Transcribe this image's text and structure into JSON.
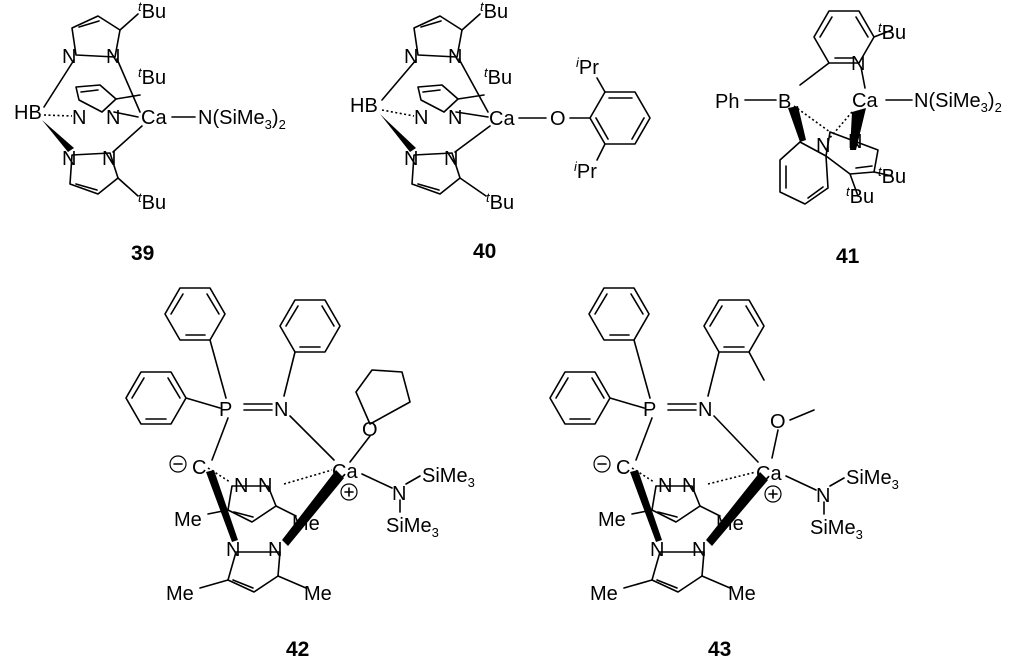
{
  "compounds": [
    {
      "number": "39",
      "labels": {
        "hb": "HB",
        "ca": "Ca",
        "amide": "N(SiMe",
        "amide_sub": "3",
        "amide_close": ")",
        "amide_close_sub": "2",
        "n": "N",
        "tbu_sup": "t",
        "tbu": "Bu"
      }
    },
    {
      "number": "40",
      "labels": {
        "hb": "HB",
        "ca": "Ca",
        "o": "O",
        "ipr_sup": "i",
        "ipr": "Pr",
        "n": "N",
        "tbu_sup": "t",
        "tbu": "Bu"
      }
    },
    {
      "number": "41",
      "labels": {
        "ph": "Ph",
        "b": "B",
        "ca": "Ca",
        "amide": "N(SiMe",
        "amide_sub": "3",
        "amide_close": ")",
        "amide_close_sub": "2",
        "n": "N",
        "tbu_sup": "t",
        "tbu": "Bu"
      }
    },
    {
      "number": "42",
      "labels": {
        "p": "P",
        "n": "N",
        "c": "C",
        "ca": "Ca",
        "o": "O",
        "simea": "SiMe",
        "simea_sub": "3",
        "simeb": "SiMe",
        "simeb_sub": "3",
        "me": "Me",
        "minus": "−",
        "plus": "+"
      }
    },
    {
      "number": "43",
      "labels": {
        "p": "P",
        "n": "N",
        "c": "C",
        "ca": "Ca",
        "o": "O",
        "simea": "SiMe",
        "simea_sub": "3",
        "simeb": "SiMe",
        "simeb_sub": "3",
        "me": "Me",
        "minus": "−",
        "plus": "+"
      }
    }
  ]
}
